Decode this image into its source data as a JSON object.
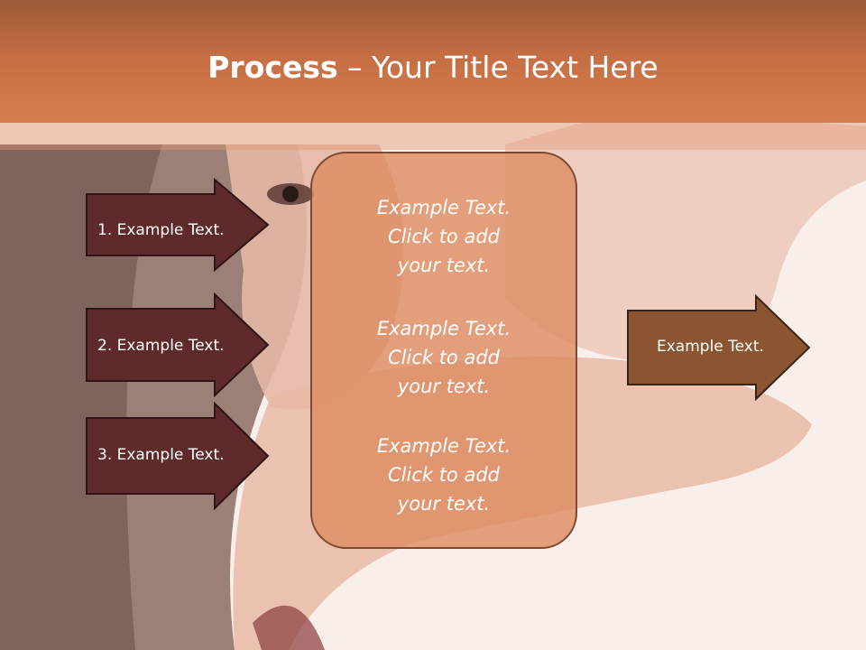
{
  "slide": {
    "title_bold": "Process",
    "title_rest": " – Your Title Text Here",
    "left_arrows": [
      {
        "label": "1. Example Text."
      },
      {
        "label": "2. Example Text."
      },
      {
        "label": "3. Example Text."
      }
    ],
    "center_blocks": [
      {
        "line1": "Example Text.",
        "line2": "Click  to add",
        "line3": "your text."
      },
      {
        "line1": "Example Text.",
        "line2": "Click  to add",
        "line3": "your text."
      },
      {
        "line1": "Example Text.",
        "line2": "Click  to add",
        "line3": "your text."
      }
    ],
    "right_arrow": {
      "label": "Example Text."
    }
  },
  "colors": {
    "title_band": "#c56e43",
    "left_arrow_fill": "#5e2a2a",
    "right_arrow_fill": "#8a5530",
    "center_box_fill": "#de8c64"
  }
}
